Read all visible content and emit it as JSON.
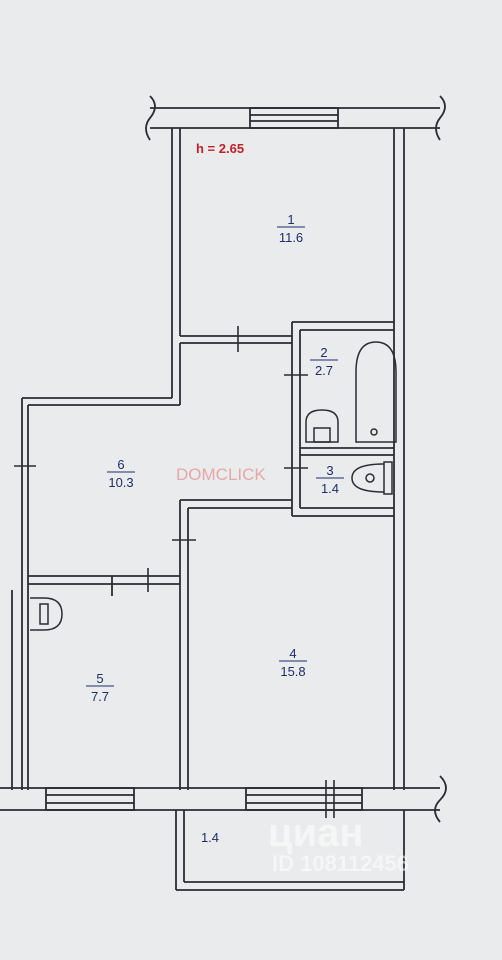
{
  "plan": {
    "ceiling_height": "h = 2.65",
    "rooms": [
      {
        "number": "1",
        "area": "11.6"
      },
      {
        "number": "2",
        "area": "2.7"
      },
      {
        "number": "3",
        "area": "1.4"
      },
      {
        "number": "4",
        "area": "15.8"
      },
      {
        "number": "5",
        "area": "7.7"
      },
      {
        "number": "6",
        "area": "10.3"
      }
    ],
    "balcony_area": "1.4"
  },
  "watermarks": {
    "domclick": "DOMCLICK",
    "cian": "циан",
    "cian_id": "ID 108112456"
  },
  "colors": {
    "background": "#e9ebec",
    "wall_line": "#2a2d33",
    "label_text": "#1f2d6a",
    "height_text": "#c0202a"
  }
}
